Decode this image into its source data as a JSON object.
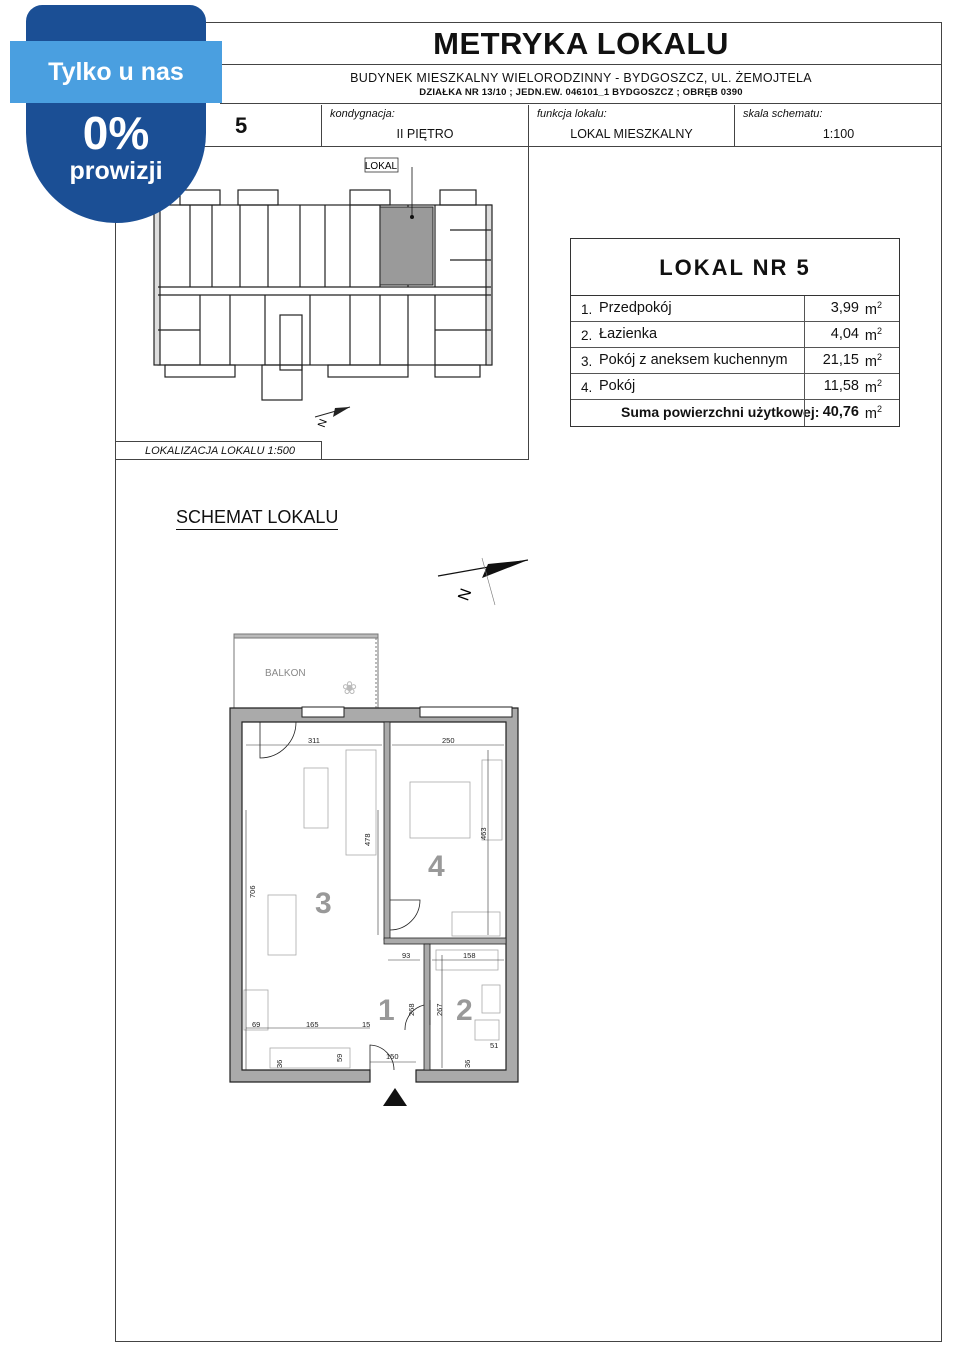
{
  "header": {
    "title": "METRYKA LOKALU",
    "subtitle_line1": "BUDYNEK MIESZKALNY WIELORODZINNY - BYDGOSZCZ, UL. ŻEMOJTELA",
    "subtitle_line2": "DZIAŁKA NR 13/10 ;  JEDN.EW. 046101_1 BYDGOSZCZ  ; OBRĘB 0390"
  },
  "info": {
    "lokal_number": "5",
    "kondygnacja_label": "kondygnacja:",
    "kondygnacja_value": "II PIĘTRO",
    "funkcja_label": "funkcja lokalu:",
    "funkcja_value": "LOKAL MIESZKALNY",
    "skala_label": "skala schematu:",
    "skala_value": "1:100"
  },
  "location": {
    "marker": "LOKAL",
    "caption": "LOKALIZACJA LOKALU   1:500",
    "north": "N"
  },
  "rooms_table": {
    "heading": "LOKAL  NR  5",
    "unit": "m",
    "unit_sup": "2",
    "rows": [
      {
        "num": "1.",
        "name": "Przedpokój",
        "area": "3,99"
      },
      {
        "num": "2.",
        "name": "Łazienka",
        "area": "4,04"
      },
      {
        "num": "3.",
        "name": "Pokój z aneksem kuchennym",
        "area": "21,15"
      },
      {
        "num": "4.",
        "name": "Pokój",
        "area": "11,58"
      }
    ],
    "sum_label": "Suma powierzchni użytkowej:",
    "sum_area": "40,76"
  },
  "plan": {
    "title": "SCHEMAT LOKALU",
    "north": "N",
    "balcony": "BALKON",
    "room_numbers": [
      "3",
      "4",
      "1",
      "2"
    ],
    "dimensions": {
      "d311": "311",
      "d250": "250",
      "d478": "478",
      "d463": "463",
      "d706": "706",
      "d93": "93",
      "d158": "158",
      "d69": "69",
      "d165": "165",
      "d15": "15",
      "d268": "268",
      "d267": "267",
      "d150": "150",
      "d59": "59",
      "d36a": "36",
      "d36b": "36",
      "d51": "51"
    }
  },
  "badge": {
    "top": "Tylko u nas",
    "percent": "0%",
    "word": "prowizji",
    "color_light": "#4a9fe0",
    "color_dark": "#1b4f95"
  }
}
